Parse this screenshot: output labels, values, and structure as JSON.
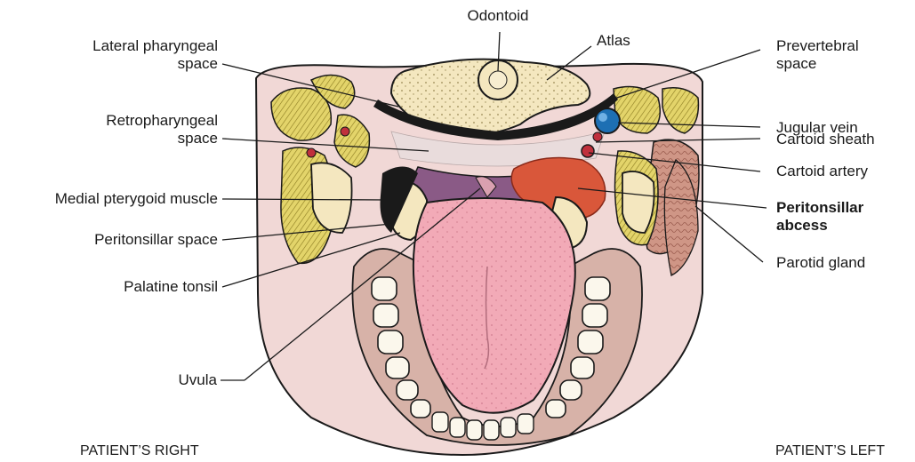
{
  "labels": {
    "odontoid": "Odontoid",
    "atlas": "Atlas",
    "lateral_pharyngeal_1": "Lateral pharyngeal",
    "lateral_pharyngeal_2": "space",
    "retropharyngeal_1": "Retropharyngeal",
    "retropharyngeal_2": "space",
    "medial_pterygoid": "Medial pterygoid muscle",
    "peritonsillar_space": "Peritonsillar space",
    "palatine_tonsil": "Palatine tonsil",
    "uvula": "Uvula",
    "prevertebral_1": "Prevertebral",
    "prevertebral_2": "space",
    "jugular_vein": "Jugular vein",
    "carotid_sheath": "Cartoid sheath",
    "carotid_artery": "Cartoid artery",
    "peritonsillar_abscess_1": "Peritonsillar",
    "peritonsillar_abscess_2": "abcess",
    "parotid_gland": "Parotid gland",
    "patient_right": "PATIENT’S RIGHT",
    "patient_left": "PATIENT’S LEFT"
  },
  "colors": {
    "skin": "#f1d8d6",
    "muscle_yellow": "#e3d46a",
    "muscle_stripe": "#8a7a20",
    "bone": "#f4e7bf",
    "tongue": "#f2aab7",
    "pharynx_purple": "#8a5a86",
    "abscess": "#d9573a",
    "vein": "#1d6fb3",
    "artery": "#c0303c",
    "parotid": "#c98c7e",
    "outline": "#1a1a1a"
  }
}
